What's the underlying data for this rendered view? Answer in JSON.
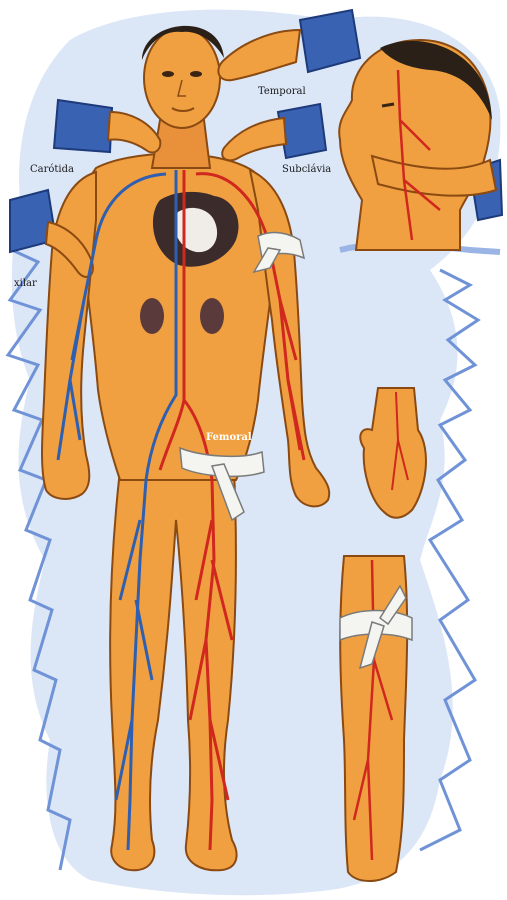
{
  "labels": {
    "temporal": "Temporal",
    "carotida": "Carótida",
    "subclavia": "Subclávia",
    "axilar": "xilar",
    "femoral": "Femoral"
  },
  "colors": {
    "skin": "#f0a040",
    "skin_shadow": "#d9782a",
    "artery": "#d0281e",
    "vein": "#2f5fb0",
    "background_blue": "#4a78c8",
    "sleeve_blue": "#3a62b2",
    "hair": "#2a2018",
    "bandage": "#f4f4f0"
  }
}
